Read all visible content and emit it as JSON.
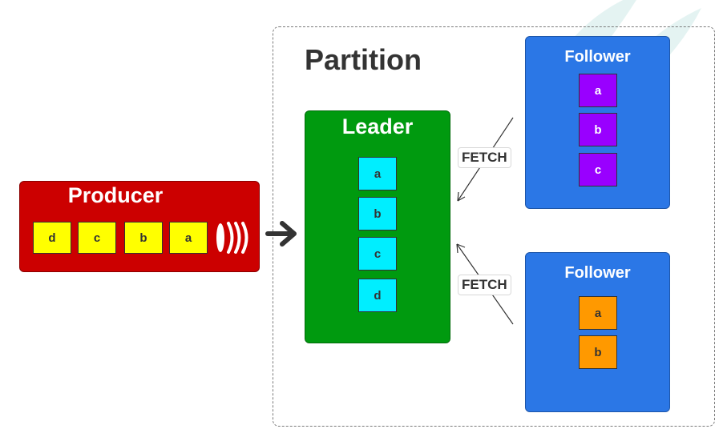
{
  "partition": {
    "title": "Partition"
  },
  "producer": {
    "title": "Producer",
    "messages": [
      "d",
      "c",
      "b",
      "a"
    ]
  },
  "leader": {
    "title": "Leader",
    "messages": [
      "a",
      "b",
      "c",
      "d"
    ]
  },
  "followers": [
    {
      "title": "Follower",
      "messages": [
        "a",
        "b",
        "c"
      ]
    },
    {
      "title": "Follower",
      "messages": [
        "a",
        "b"
      ]
    }
  ],
  "fetch_labels": [
    "FETCH",
    "FETCH"
  ],
  "colors": {
    "producer": "#cc0000",
    "leader": "#009a0f",
    "follower": "#2b77e6",
    "producer_msg": "#ffff00",
    "leader_msg": "#00eeff",
    "follower1_msg": "#9900ff",
    "follower2_msg": "#ff9900"
  },
  "icons": [
    "send-signal-icon",
    "arrow-right-icon"
  ]
}
